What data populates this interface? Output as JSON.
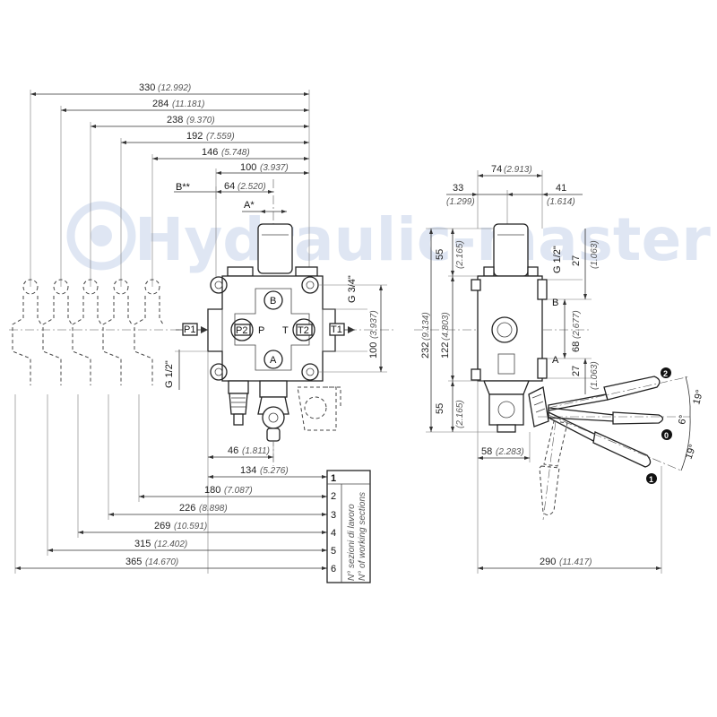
{
  "watermark": {
    "text": "Hydraulic-master"
  },
  "front_view": {
    "dims_top": [
      {
        "value": "330",
        "inch": "(12.992)"
      },
      {
        "value": "284",
        "inch": "(11.181)"
      },
      {
        "value": "238",
        "inch": "(9.370)"
      },
      {
        "value": "192",
        "inch": "(7.559)"
      },
      {
        "value": "146",
        "inch": "(5.748)"
      },
      {
        "value": "100",
        "inch": "(3.937)"
      },
      {
        "value": "64",
        "inch": "(2.520)"
      }
    ],
    "labels": {
      "b_star": "B**",
      "a_star": "A*",
      "p1": "P1",
      "p2": "P2",
      "t1": "T1",
      "t2": "T2",
      "b": "B",
      "a": "A",
      "p": "P",
      "t": "T",
      "g34": "G 3/4\"",
      "g12": "G 1/2\"",
      "right_100": "100",
      "right_100_inch": "(3.937)"
    },
    "dims_bottom": [
      {
        "value": "46",
        "inch": "(1.811)"
      },
      {
        "value": "134",
        "inch": "(5.276)"
      },
      {
        "value": "180",
        "inch": "(7.087)"
      },
      {
        "value": "226",
        "inch": "(8.898)"
      },
      {
        "value": "269",
        "inch": "(10.591)"
      },
      {
        "value": "315",
        "inch": "(12.402)"
      },
      {
        "value": "365",
        "inch": "(14.670)"
      }
    ],
    "sections_table": {
      "numbers": [
        "1",
        "2",
        "3",
        "4",
        "5",
        "6"
      ],
      "caption_it": "N° sezioni di lavoro",
      "caption_en": "N° of working sections"
    }
  },
  "side_view": {
    "top_dims": [
      {
        "value": "74",
        "inch": "(2.913)"
      },
      {
        "value": "33",
        "inch": "(1.299)"
      },
      {
        "value": "41",
        "inch": "(1.614)"
      }
    ],
    "left_dims": [
      {
        "value": "55",
        "inch": "(2.165)"
      },
      {
        "value": "122",
        "inch": "(4.803)"
      },
      {
        "value": "232",
        "inch": "(9.134)"
      },
      {
        "value": "55",
        "inch": "(2.165)"
      }
    ],
    "right_dims": [
      {
        "value": "G 1/2\"",
        "inch": ""
      },
      {
        "value": "27",
        "inch": "(1.063)"
      },
      {
        "value": "68",
        "inch": "(2.677)"
      },
      {
        "value": "27",
        "inch": "(1.063)"
      }
    ],
    "port_labels": {
      "b": "B",
      "a": "A"
    },
    "bottom_dims": [
      {
        "value": "58",
        "inch": "(2.283)"
      },
      {
        "value": "290",
        "inch": "(11.417)"
      }
    ],
    "lever": {
      "positions": [
        "2",
        "0",
        "1"
      ],
      "angles": [
        "19°",
        "6°",
        "19°"
      ]
    }
  }
}
